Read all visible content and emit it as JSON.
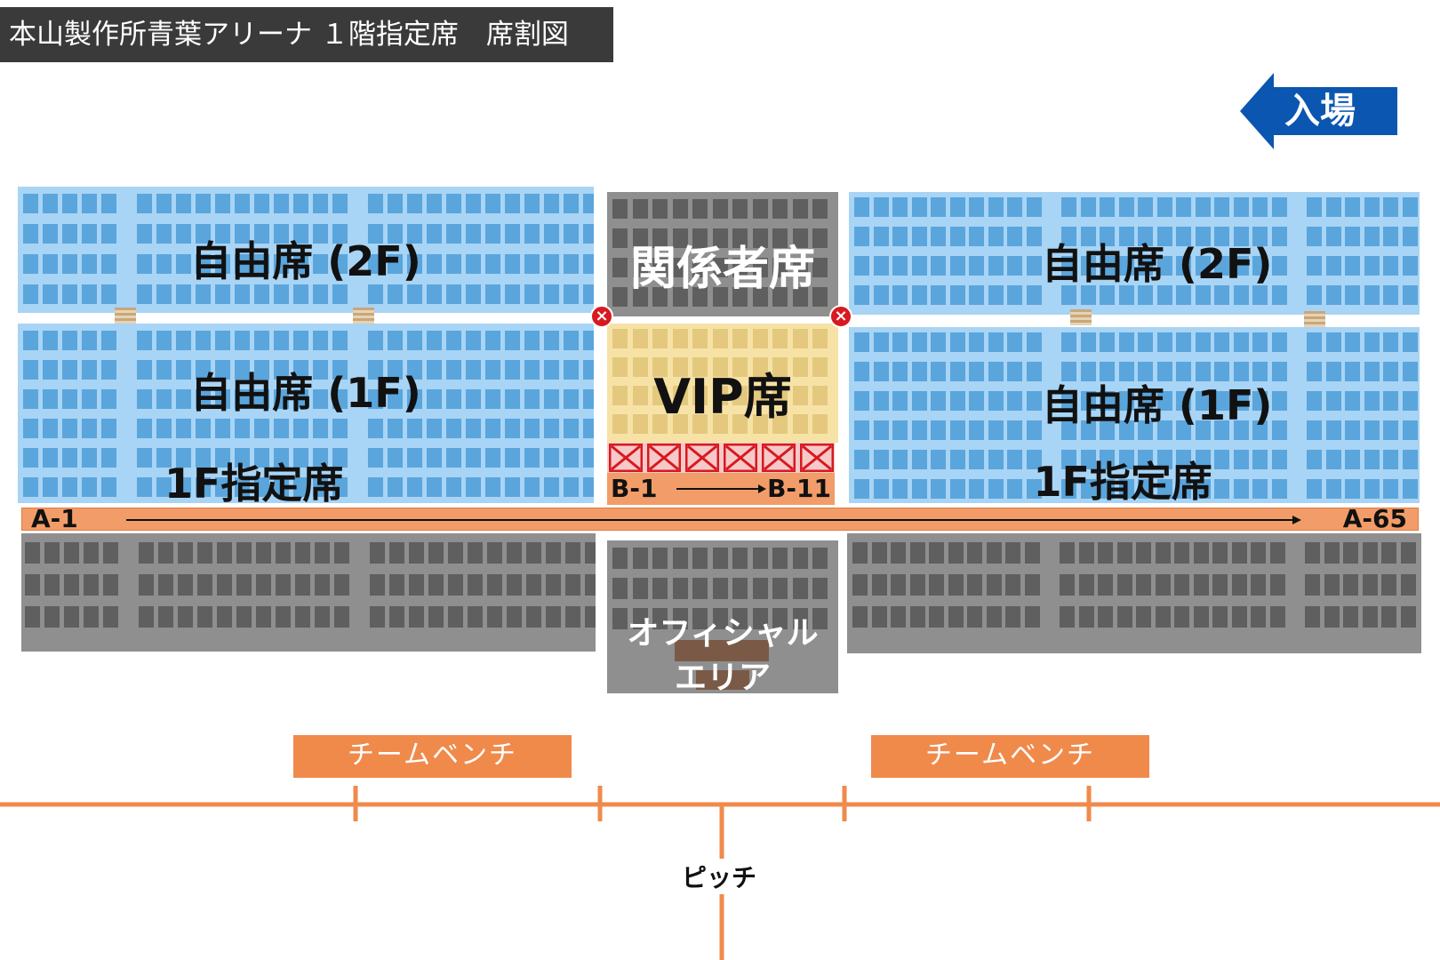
{
  "header": {
    "title": "本山製作所青葉アリーナ １階指定席　席割図"
  },
  "entrance": {
    "label": "入場"
  },
  "sections": {
    "upper_left": "自由席 (2F)",
    "upper_right": "自由席 (2F)",
    "staff": "関係者席",
    "lower_left": "自由席 (1F)",
    "lower_right": "自由席 (1F)",
    "vip": "VIP席",
    "reserved_left": "1F指定席",
    "reserved_right": "1F指定席",
    "official": "オフィシャル\nエリア"
  },
  "rows": {
    "a_start": "A-1",
    "a_end": "A-65",
    "b_start": "B-1",
    "b_end": "B-11"
  },
  "blocked_marker": "×",
  "benches": {
    "left": "チームベンチ",
    "right": "チームベンチ"
  },
  "pitch": {
    "label": "ピッチ"
  },
  "colors": {
    "blue_section": "#a8d4f5",
    "blue_seat": "#5aa5dc",
    "gray_section": "#8f8f8f",
    "gray_seat": "#5f5f5f",
    "vip_section": "#f7e2a6",
    "vip_seat": "#e3c87e",
    "reserved_row": "#f5a36f",
    "bench": "#f08a4b",
    "pitch_line": "#f08a4b",
    "entrance": "#0a56b0",
    "blocked": "#d71920"
  }
}
